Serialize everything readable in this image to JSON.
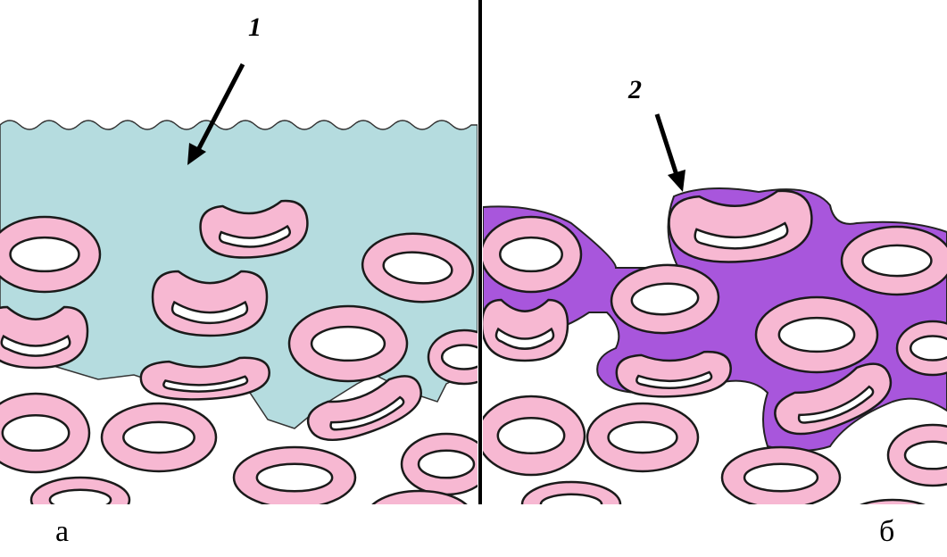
{
  "figure": {
    "label_1": "1",
    "label_2": "2",
    "caption_left": "а",
    "caption_right": "б"
  },
  "colors": {
    "film": "#b5dcdf",
    "cell_fill": "#f7b8d2",
    "cell_outline": "#1a1a1a",
    "cell_lumen": "#ffffff",
    "binder": "#a856dc",
    "divider": "#000000"
  }
}
